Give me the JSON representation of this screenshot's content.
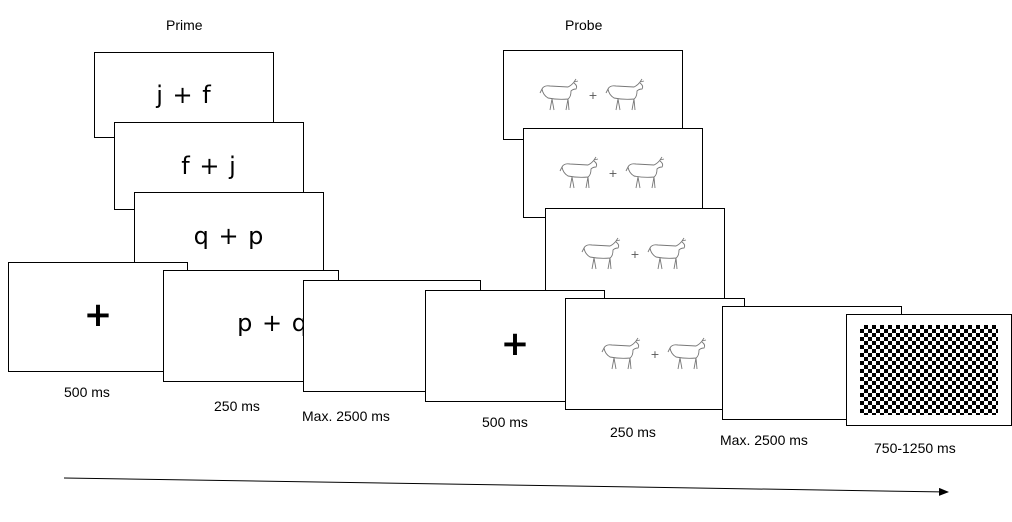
{
  "headers": {
    "prime": "Prime",
    "probe": "Probe"
  },
  "prime_stimuli": [
    "j + f",
    "f + j",
    "q + p",
    "p + q"
  ],
  "fixation": "+",
  "probe_separator": "+",
  "timings": {
    "fixation1": "500 ms",
    "prime": "250 ms",
    "response1": "Max. 2500 ms",
    "fixation2": "500 ms",
    "probe": "250 ms",
    "response2": "Max. 2500 ms",
    "mask": "750-1250 ms"
  },
  "icons": {
    "goat": "goat-line-drawing-icon",
    "mask": "checkerboard-mask"
  }
}
